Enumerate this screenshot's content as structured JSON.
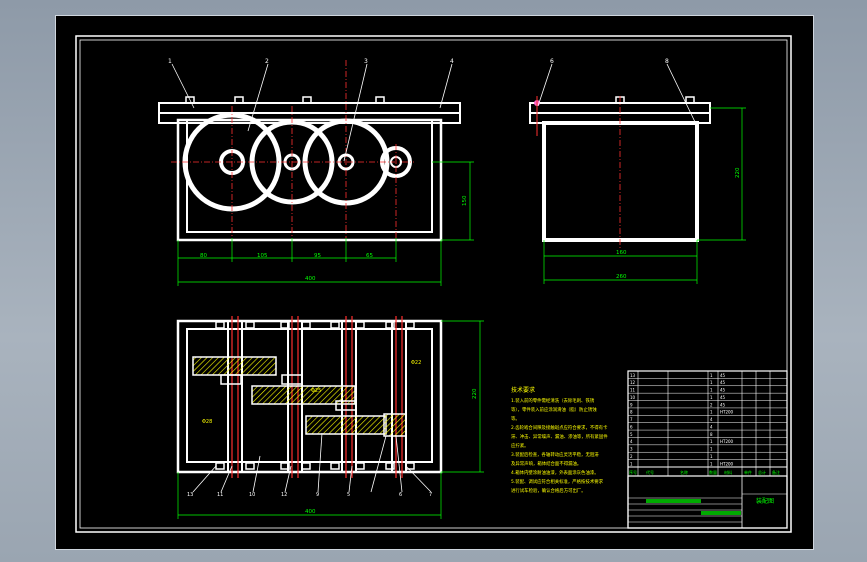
{
  "drawing": {
    "background": "#000000",
    "colors": {
      "outline": "#ffffff",
      "dimension": "#00ff00",
      "centerline": "#ff3030",
      "section": "#ffff00",
      "table_text": "#00ff00",
      "leader": "#ffffff"
    }
  },
  "front_view": {
    "part_labels": [
      "1",
      "2",
      "3",
      "4"
    ],
    "dims": {
      "seg1": "80",
      "seg2": "105",
      "seg3": "95",
      "seg4": "65",
      "total": "400",
      "height": "150"
    }
  },
  "side_view": {
    "part_labels": [
      "6",
      "8"
    ],
    "dims": {
      "inner": "160",
      "total": "260",
      "height": "220"
    }
  },
  "section_view": {
    "part_labels": [
      "13",
      "11",
      "10",
      "12",
      "9",
      "5",
      "6",
      "7"
    ],
    "dims": {
      "total": "400",
      "height": "220"
    },
    "callouts": [
      "Φ28",
      "Φ22",
      "Φ25"
    ]
  },
  "tech_requirements": {
    "title": "技术要求",
    "lines": [
      "1.装入前的零件需经清洗（去除毛刺、铁锈",
      "等），零件装入前应涂润滑油（脂）防止锈蚀",
      "等。",
      "2.齿轮啮合间隙及接触斑点应符合要求，不得有卡",
      "滞、冲击、异常噪声、漏油、渗油等，所有紧固件",
      "应拧紧。",
      "3.装配后检查，各轴转动应灵活平稳，无阻滞",
      "及异常声响，箱体结合面不得漏油。",
      "4.箱体内壁涂耐油油漆，外表面涂灰色油漆。",
      "5.装配、调试应符合相关标准，严格按技术要求",
      "进行试车检验，确认合格后方可出厂。"
    ]
  },
  "parts_list": {
    "header": [
      "序号",
      "代号",
      "名称",
      "数量",
      "材料",
      "单件",
      "总计",
      "备注"
    ],
    "rows": [
      [
        "13",
        "",
        "",
        "1",
        "45",
        "",
        "",
        ""
      ],
      [
        "12",
        "",
        "",
        "1",
        "45",
        "",
        "",
        ""
      ],
      [
        "11",
        "",
        "",
        "1",
        "45",
        "",
        "",
        ""
      ],
      [
        "10",
        "",
        "",
        "1",
        "45",
        "",
        "",
        ""
      ],
      [
        "9",
        "",
        "",
        "2",
        "45",
        "",
        "",
        ""
      ],
      [
        "8",
        "",
        "",
        "1",
        "HT200",
        "",
        "",
        ""
      ],
      [
        "7",
        "",
        "",
        "4",
        "",
        "",
        "",
        ""
      ],
      [
        "6",
        "",
        "",
        "4",
        "",
        "",
        "",
        ""
      ],
      [
        "5",
        "",
        "",
        "8",
        "",
        "",
        "",
        ""
      ],
      [
        "4",
        "",
        "",
        "1",
        "HT200",
        "",
        "",
        ""
      ],
      [
        "3",
        "",
        "",
        "1",
        "",
        "",
        "",
        ""
      ],
      [
        "2",
        "",
        "",
        "1",
        "",
        "",
        "",
        ""
      ],
      [
        "1",
        "",
        "",
        "1",
        "HT200",
        "",
        "",
        ""
      ]
    ]
  },
  "title_block": {
    "drawing_title": "装配图"
  }
}
